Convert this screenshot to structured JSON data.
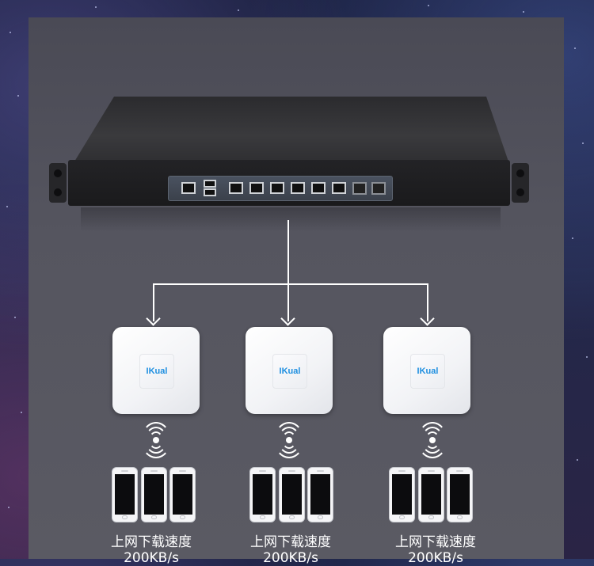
{
  "router": {
    "label": ""
  },
  "access_points": [
    {
      "logo": "IKual"
    },
    {
      "logo": "IKual"
    },
    {
      "logo": "IKual"
    }
  ],
  "groups": [
    {
      "caption_line1": "上网下载速度",
      "caption_line2": "200KB/s",
      "phones": 3
    },
    {
      "caption_line1": "上网下载速度",
      "caption_line2": "200KB/s",
      "phones": 3
    },
    {
      "caption_line1": "上网下载速度",
      "caption_line2": "200KB/s",
      "phones": 3
    }
  ],
  "colors": {
    "panel": "#55555f",
    "logo": "#1e8fe0",
    "line": "#ffffff"
  }
}
